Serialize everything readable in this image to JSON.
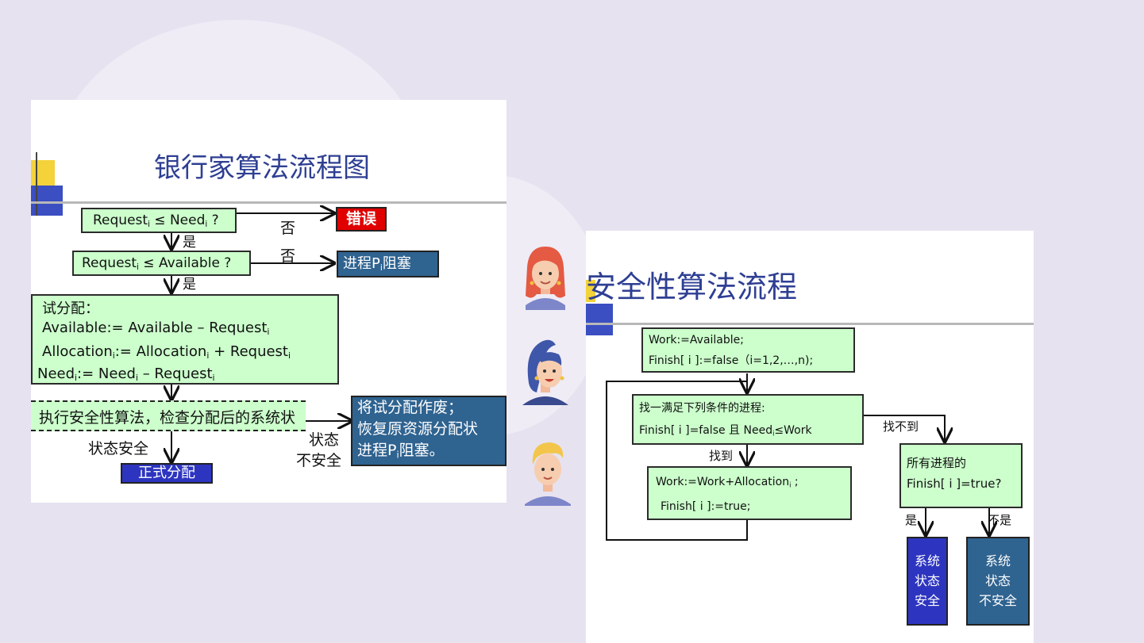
{
  "colors": {
    "background": "#e6e2f0",
    "box_green": "#ccffcc",
    "error_red": "#e00000",
    "box_blue": "#2f6390",
    "box_navy": "#2d35c0",
    "title": "#2e3f93"
  },
  "banker": {
    "title": "银行家算法流程图",
    "check_need": {
      "a": "Request",
      "b": "i",
      "c": " ≤ Need",
      "d": "i",
      "e": " ?"
    },
    "check_avail": {
      "a": "Request",
      "b": "i",
      "c": " ≤ Available ?"
    },
    "no1": "否",
    "no2": "否",
    "yes1": "是",
    "yes2": "是",
    "error": "错误",
    "block": {
      "a": "进程P",
      "b": "i",
      "c": "阻塞"
    },
    "trial": {
      "head": "试分配：",
      "l1": {
        "a": "Available:= Available – Request",
        "b": "i"
      },
      "l2": {
        "a": "Allocation",
        "b": "i",
        "c": ":= Allocation",
        "d": "i",
        "e": " + Request",
        "f": "i"
      },
      "l3": {
        "a": "Need",
        "b": "i",
        "c": ":= Need",
        "d": "i",
        "e": " – Request",
        "f": "i"
      }
    },
    "safety_check": "执行安全性算法，检查分配后的系统状",
    "safe": "状态安全",
    "unsafe1": "状态",
    "unsafe2": "不安全",
    "formal": "正式分配",
    "rollback": {
      "l1": "将试分配作废；",
      "l2": "恢复原资源分配状",
      "l3a": "进程P",
      "l3b": "i",
      "l3c": "阻塞。"
    }
  },
  "safety": {
    "title": "安全性算法流程",
    "init": {
      "l1": "Work:=Available;",
      "l2": "Finish[ i ]:=false（i=1,2,…,n);"
    },
    "find": {
      "l1": "找一满足下列条件的进程:",
      "l2a": "Finish[ i ]=false 且 Need",
      "l2b": "i",
      "l2c": "≤Work"
    },
    "found": "找到",
    "not_found": "找不到",
    "update": {
      "l1a": "Work:=Work+Allocation",
      "l1b": "i",
      "l1c": " ;",
      "l2": "Finish[ i ]:=true;"
    },
    "all": {
      "l1": "所有进程的",
      "l2": "Finish[ i ]=true?"
    },
    "yes": "是",
    "no": "不是",
    "safe": {
      "l1": "系统",
      "l2": "状态",
      "l3": "安全"
    },
    "unsafe": {
      "l1": "系统",
      "l2": "状态",
      "l3": "不安全"
    }
  },
  "avatars": [
    "woman-red-hair-icon",
    "woman-blue-hair-icon",
    "man-blond-hair-icon"
  ]
}
